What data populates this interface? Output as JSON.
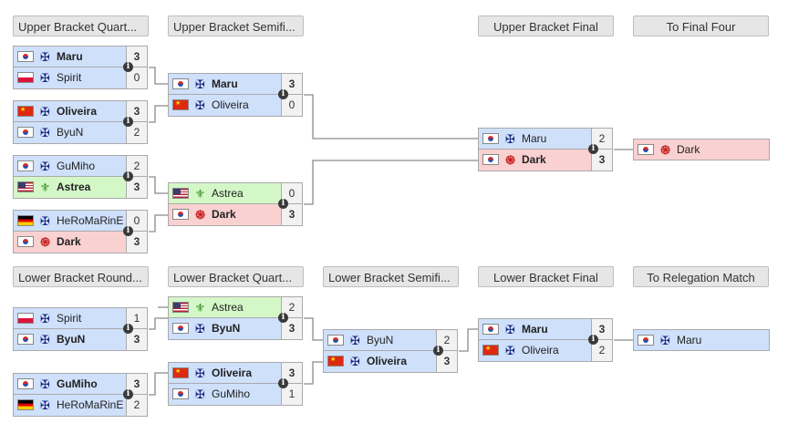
{
  "headers": {
    "ub_quarter": "Upper Bracket Quart...",
    "ub_semi": "Upper Bracket Semifi...",
    "ub_final": "Upper Bracket Final",
    "final_four": "To Final Four",
    "lb_round": "Lower Bracket Round...",
    "lb_quarter": "Lower Bracket Quart...",
    "lb_semi": "Lower Bracket Semifi...",
    "lb_final": "Lower Bracket Final",
    "relegation": "To Relegation Match"
  },
  "matches": {
    "ubq1": {
      "p1": {
        "name": "Maru",
        "flag": "kr",
        "race": "terran",
        "score": "3",
        "win": true
      },
      "p2": {
        "name": "Spirit",
        "flag": "pl",
        "race": "terran",
        "score": "0",
        "win": false
      }
    },
    "ubq2": {
      "p1": {
        "name": "Oliveira",
        "flag": "cn",
        "race": "terran",
        "score": "3",
        "win": true
      },
      "p2": {
        "name": "ByuN",
        "flag": "kr",
        "race": "terran",
        "score": "2",
        "win": false
      }
    },
    "ubq3": {
      "p1": {
        "name": "GuMiho",
        "flag": "kr",
        "race": "terran",
        "score": "2",
        "win": false
      },
      "p2": {
        "name": "Astrea",
        "flag": "us",
        "race": "protoss",
        "score": "3",
        "win": true
      }
    },
    "ubq4": {
      "p1": {
        "name": "HeRoMaRinE",
        "flag": "de",
        "race": "terran",
        "score": "0",
        "win": false
      },
      "p2": {
        "name": "Dark",
        "flag": "kr",
        "race": "zerg",
        "score": "3",
        "win": true
      }
    },
    "ubs1": {
      "p1": {
        "name": "Maru",
        "flag": "kr",
        "race": "terran",
        "score": "3",
        "win": true
      },
      "p2": {
        "name": "Oliveira",
        "flag": "cn",
        "race": "terran",
        "score": "0",
        "win": false
      }
    },
    "ubs2": {
      "p1": {
        "name": "Astrea",
        "flag": "us",
        "race": "protoss",
        "score": "0",
        "win": false
      },
      "p2": {
        "name": "Dark",
        "flag": "kr",
        "race": "zerg",
        "score": "3",
        "win": true
      }
    },
    "ubf": {
      "p1": {
        "name": "Maru",
        "flag": "kr",
        "race": "terran",
        "score": "2",
        "win": false
      },
      "p2": {
        "name": "Dark",
        "flag": "kr",
        "race": "zerg",
        "score": "3",
        "win": true
      }
    },
    "lbr1": {
      "p1": {
        "name": "Spirit",
        "flag": "pl",
        "race": "terran",
        "score": "1",
        "win": false
      },
      "p2": {
        "name": "ByuN",
        "flag": "kr",
        "race": "terran",
        "score": "3",
        "win": true
      }
    },
    "lbr2": {
      "p1": {
        "name": "GuMiho",
        "flag": "kr",
        "race": "terran",
        "score": "3",
        "win": true
      },
      "p2": {
        "name": "HeRoMaRinE",
        "flag": "de",
        "race": "terran",
        "score": "2",
        "win": false
      }
    },
    "lbq1": {
      "p1": {
        "name": "Astrea",
        "flag": "us",
        "race": "protoss",
        "score": "2",
        "win": false
      },
      "p2": {
        "name": "ByuN",
        "flag": "kr",
        "race": "terran",
        "score": "3",
        "win": true
      }
    },
    "lbq2": {
      "p1": {
        "name": "Oliveira",
        "flag": "cn",
        "race": "terran",
        "score": "3",
        "win": true
      },
      "p2": {
        "name": "GuMiho",
        "flag": "kr",
        "race": "terran",
        "score": "1",
        "win": false
      }
    },
    "lbs": {
      "p1": {
        "name": "ByuN",
        "flag": "kr",
        "race": "terran",
        "score": "2",
        "win": false
      },
      "p2": {
        "name": "Oliveira",
        "flag": "cn",
        "race": "terran",
        "score": "3",
        "win": true
      }
    },
    "lbf": {
      "p1": {
        "name": "Maru",
        "flag": "kr",
        "race": "terran",
        "score": "3",
        "win": true
      },
      "p2": {
        "name": "Oliveira",
        "flag": "cn",
        "race": "terran",
        "score": "2",
        "win": false
      }
    }
  },
  "results": {
    "final_four": {
      "name": "Dark",
      "flag": "kr",
      "race": "zerg"
    },
    "relegation": {
      "name": "Maru",
      "flag": "kr",
      "race": "terran"
    }
  },
  "race_colors": {
    "terran": "#cfe0fb",
    "protoss": "#d4f7c7",
    "zerg": "#f9d1d1"
  },
  "info_icon": "i"
}
